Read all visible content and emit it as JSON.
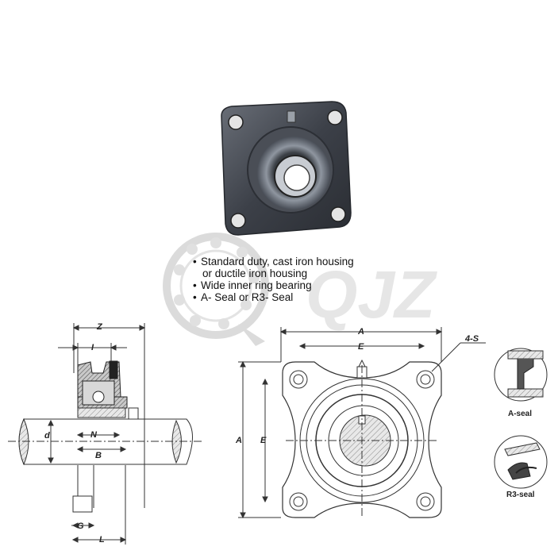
{
  "features": [
    {
      "text": "Standard duty, cast iron housing"
    },
    {
      "text": "or ductile iron housing",
      "continuation": true
    },
    {
      "text": "Wide inner ring bearing"
    },
    {
      "text": "A- Seal or R3- Seal"
    }
  ],
  "side_view": {
    "labels": {
      "z": "Z",
      "i": "I",
      "d": "d",
      "n": "N",
      "b": "B",
      "g": "G",
      "l": "L"
    }
  },
  "front_view": {
    "labels": {
      "a_top": "A",
      "e_top": "E",
      "a_left": "A",
      "e_left": "E",
      "holes": "4-S"
    }
  },
  "seals": {
    "a_seal": "A-seal",
    "r3_seal": "R3-seal"
  },
  "watermark": {
    "text": "QJZ"
  }
}
